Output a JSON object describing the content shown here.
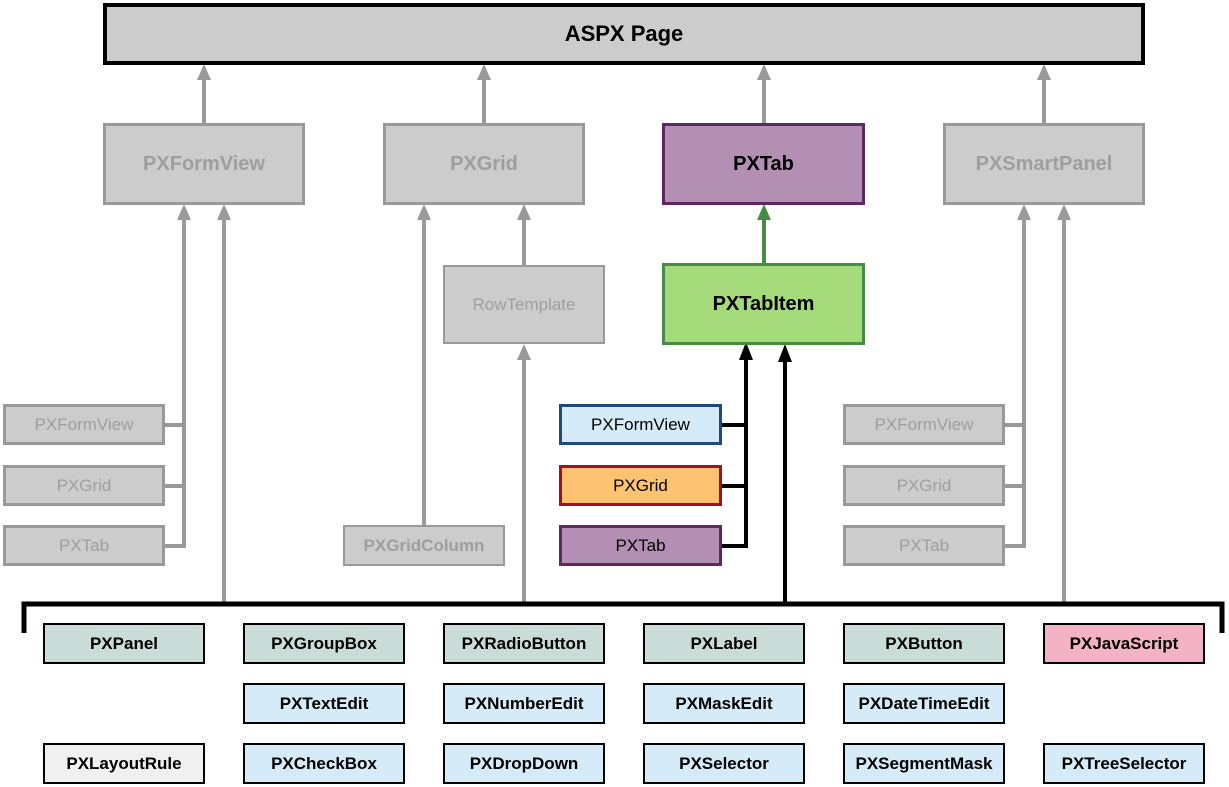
{
  "diagram": {
    "root": {
      "label": "ASPX Page"
    },
    "top_level": [
      {
        "id": "formview",
        "label": "PXFormView",
        "state": "inactive"
      },
      {
        "id": "grid",
        "label": "PXGrid",
        "state": "inactive"
      },
      {
        "id": "tab",
        "label": "PXTab",
        "state": "active"
      },
      {
        "id": "smartpanel",
        "label": "PXSmartPanel",
        "state": "inactive"
      }
    ],
    "formview_children": [
      "PXFormView",
      "PXGrid",
      "PXTab"
    ],
    "grid_children": {
      "row_template": "RowTemplate",
      "column": "PXGridColumn"
    },
    "tab_item": {
      "label": "PXTabItem"
    },
    "tabitem_children": [
      "PXFormView",
      "PXGrid",
      "PXTab"
    ],
    "smartpanel_children": [
      "PXFormView",
      "PXGrid",
      "PXTab"
    ],
    "controls": {
      "row1": [
        "PXPanel",
        "PXGroupBox",
        "PXRadioButton",
        "PXLabel",
        "PXButton",
        "PXJavaScript"
      ],
      "row2": [
        "PXTextEdit",
        "PXNumberEdit",
        "PXMaskEdit",
        "PXDateTimeEdit"
      ],
      "row3": [
        "PXLayoutRule",
        "PXCheckBox",
        "PXDropDown",
        "PXSelector",
        "PXSegmentMask",
        "PXTreeSelector"
      ]
    },
    "colors": {
      "inactive_fill": "#cccccc",
      "inactive_border": "#999999",
      "tab_fill": "#b28fb3",
      "tab_border": "#5d2862",
      "tabitem_fill": "#a4da7a",
      "tabitem_border": "#488b44",
      "formview_fill": "#d6ebf8",
      "formview_border": "#1e4a7e",
      "grid_fill": "#fec273",
      "grid_border": "#9a1128",
      "container_fill": "#c9dcd8",
      "editor_fill": "#d6ebf8",
      "layout_fill": "#f0f0f0",
      "script_fill": "#f3b2c6",
      "active_link": "#000000"
    }
  }
}
